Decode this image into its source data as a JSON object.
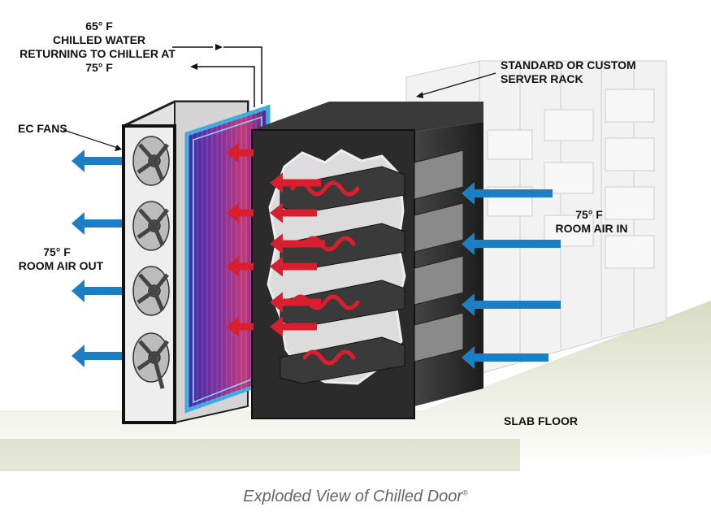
{
  "labels": {
    "supply_temp": "65° F",
    "chilled_water": "CHILLED WATER",
    "returning": "RETURNING TO CHILLER AT",
    "return_temp": "75° F",
    "rack_line1": "STANDARD OR CUSTOM",
    "rack_line2": "SERVER RACK",
    "ec_fans": "EC FANS",
    "air_out_temp": "75° F",
    "air_out": "ROOM AIR OUT",
    "air_in_temp": "75° F",
    "air_in": "ROOM AIR IN",
    "slab_floor": "SLAB FLOOR"
  },
  "caption": {
    "text": "Exploded View of Chilled Door",
    "mark": "®"
  },
  "colors": {
    "cold_air": "#1a7fc4",
    "hot_air": "#d91e2e",
    "rack": "#2b2b2b",
    "coil_frame": "#3fa9e0",
    "coil": "#5a2a9c"
  }
}
